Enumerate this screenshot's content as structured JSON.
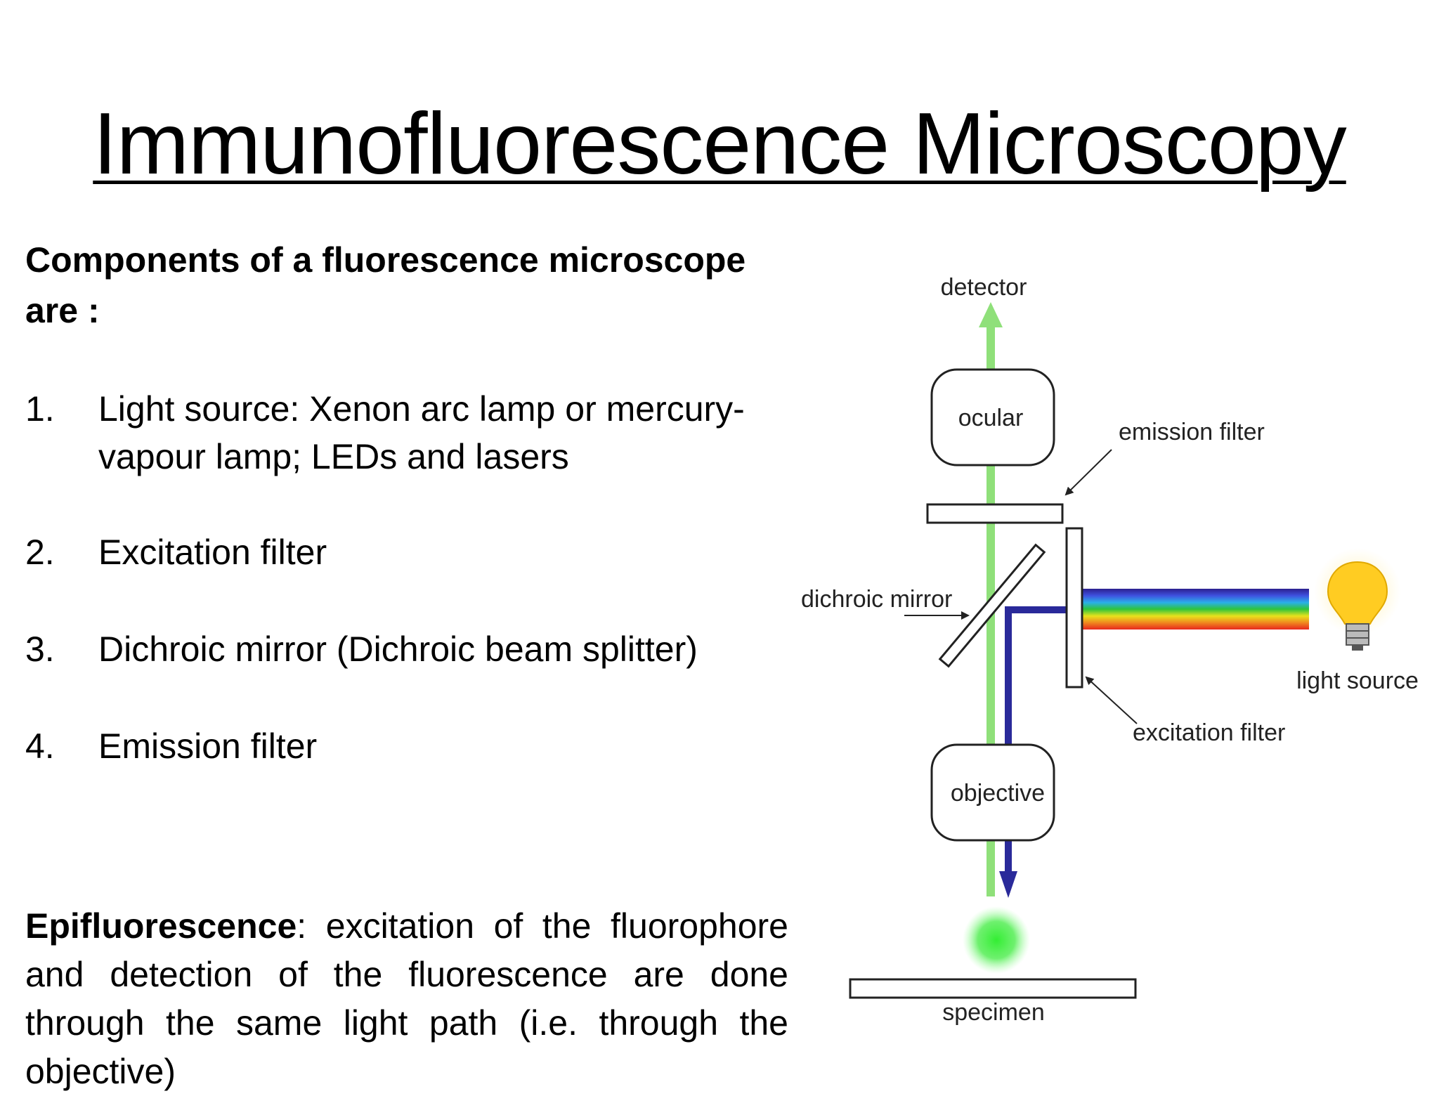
{
  "title": "Immunofluorescence Microscopy",
  "heading": {
    "line1": "Components of a fluorescence microscope",
    "line2": "are :"
  },
  "components": [
    {
      "number": "1.",
      "line1": "Light source: Xenon arc lamp or mercury-",
      "line2": "vapour lamp; LEDs and lasers"
    },
    {
      "number": "2.",
      "line1": "Excitation filter"
    },
    {
      "number": "3.",
      "line1": "Dichroic mirror (Dichroic beam splitter)"
    },
    {
      "number": "4.",
      "line1": "Emission filter"
    }
  ],
  "epifluorescence": {
    "term": "Epifluorescence",
    "definition": ": excitation of the fluorophore and detection of the fluorescence are done through the same light path (i.e. through the objective)"
  },
  "diagram": {
    "labels": {
      "detector": "detector",
      "ocular": "ocular",
      "emission_filter": "emission filter",
      "dichroic_mirror": "dichroic mirror",
      "light_source": "light source",
      "excitation_filter": "excitation filter",
      "objective": "objective",
      "specimen": "specimen"
    },
    "colors": {
      "emission_light": "#8fe07a",
      "excitation_light": "#2a2a9a",
      "bulb": "#ffcc22",
      "fluorescence": "#33ee33"
    }
  }
}
